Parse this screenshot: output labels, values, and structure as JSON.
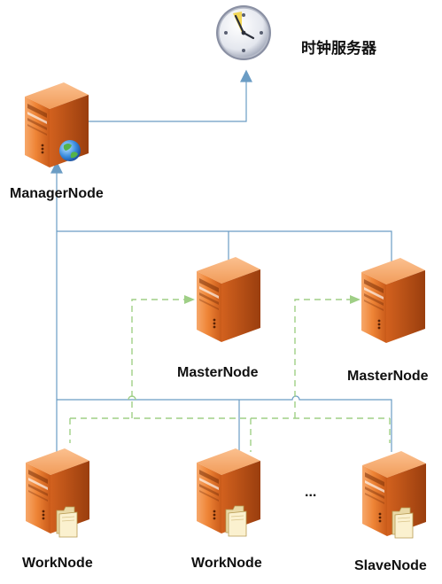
{
  "labels": {
    "clock": "时钟服务器",
    "manager": "ManagerNode",
    "master1": "MasterNode",
    "master2": "MasterNode",
    "work1": "WorkNode",
    "work2": "WorkNode",
    "slave": "SlaveNode",
    "ellipsis": "..."
  },
  "icons": {
    "clock": "clock-icon",
    "server": "server-icon",
    "globe": "globe-icon",
    "folder": "folder-icon"
  },
  "colors": {
    "server_orange": "#e8782a",
    "server_dark": "#b94d12",
    "solid_line": "#6a9cc4",
    "dashed_line": "#9fcf86",
    "background": "#ffffff"
  }
}
